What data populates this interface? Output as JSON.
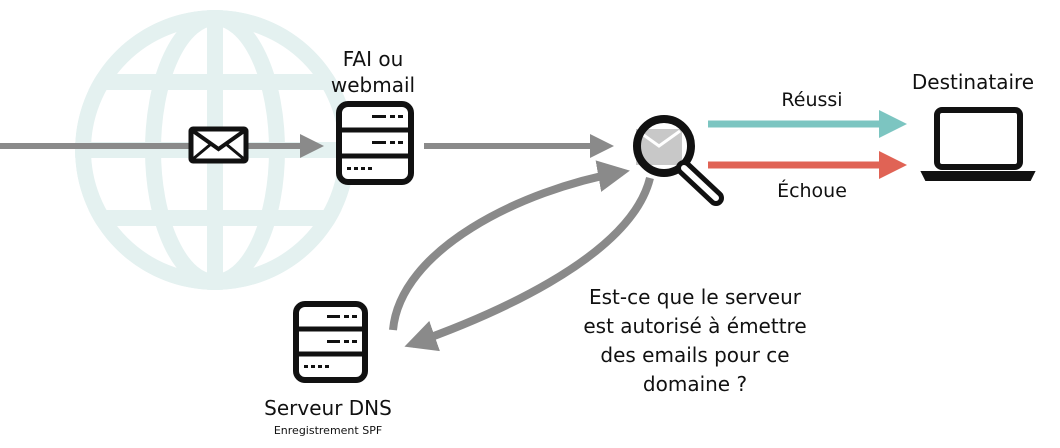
{
  "labels": {
    "isp_line1": "FAI ou",
    "isp_line2": "webmail",
    "recipient": "Destinataire",
    "success": "Réussi",
    "failure": "Échoue",
    "dns_server": "Serveur DNS",
    "spf_record": "Enregistrement SPF",
    "question_line1": "Est-ce que le serveur",
    "question_line2": "est autorisé à émettre",
    "question_line3": "des emails pour ce",
    "question_line4": "domaine ?"
  },
  "colors": {
    "globe": "#e4f1f0",
    "arrow_gray": "#8a8a8a",
    "success": "#7cc5c1",
    "failure": "#e06355",
    "icon": "#111111"
  },
  "icons": [
    "globe-icon",
    "envelope-icon",
    "server-icon",
    "magnifier-envelope-icon",
    "laptop-icon"
  ]
}
